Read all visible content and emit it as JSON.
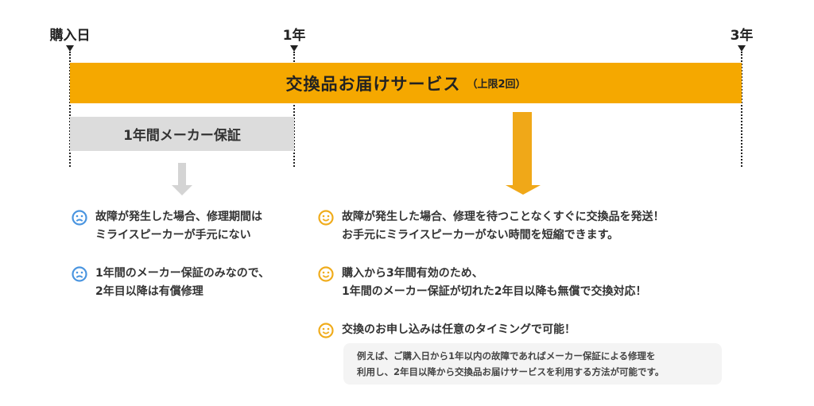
{
  "timeline": {
    "start": "購入日",
    "year1": "1年",
    "year3": "3年"
  },
  "exchange_service": {
    "title": "交換品お届けサービス",
    "limit": "（上限2回）",
    "color": "#f5a800"
  },
  "maker_warranty": {
    "title": "1年間メーカー保証",
    "color": "#dcdcdc"
  },
  "warranty_cons": [
    {
      "icon": "sad-face-icon",
      "text": "故障が発生した場合、修理期間は\nミライスピーカーが手元にない"
    },
    {
      "icon": "sad-face-icon",
      "text": "1年間のメーカー保証のみなので、\n2年目以降は有償修理"
    }
  ],
  "service_pros": [
    {
      "icon": "smile-face-icon",
      "text": "故障が発生した場合、修理を待つことなくすぐに交換品を発送！\nお手元にミライスピーカーがない時間を短縮できます。"
    },
    {
      "icon": "smile-face-icon",
      "text": "購入から3年間有効のため、\n1年間のメーカー保証が切れた2年目以降も無償で交換対応！"
    },
    {
      "icon": "smile-face-icon",
      "text": "交換のお申し込みは任意のタイミングで可能！"
    }
  ],
  "note": "例えば、ご購入日から1年以内の故障であればメーカー保証による修理を\n利用し、2年目以降から交換品お届けサービスを利用する方法が可能です。",
  "colors": {
    "sad": "#4a95e0",
    "smile": "#f0ac1c"
  }
}
